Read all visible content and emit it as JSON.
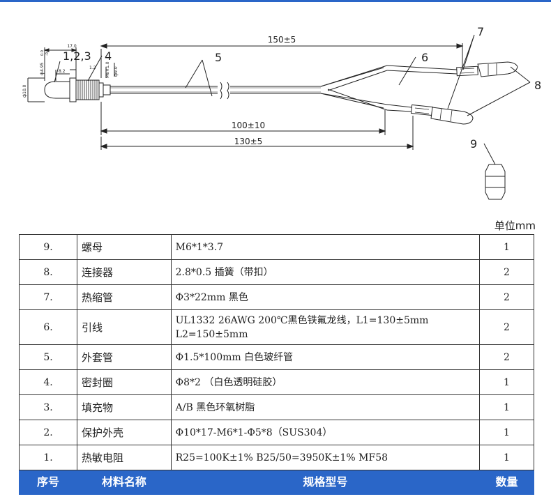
{
  "drawing": {
    "dims": {
      "overall": "150±5",
      "inner": "100±10",
      "mid": "130±5",
      "d170": "17.0",
      "d495": "ф4.95",
      "d495tol_top": "0.0",
      "d495tol_bot": "-0.1",
      "d82": "8.2",
      "d12": "1.2",
      "m6": "M6×1.0",
      "phi9": "ф9.0",
      "phi10": "ф10.0"
    },
    "callouts": {
      "c123": "1,2,3",
      "c4": "4",
      "c5": "5",
      "c6": "6",
      "c7": "7",
      "c8": "8",
      "c9": "9"
    }
  },
  "unit_label": "单位mm",
  "table": {
    "rows": [
      {
        "no": "9.",
        "name": "螺母",
        "spec": "M6*1*3.7",
        "qty": "1"
      },
      {
        "no": "8.",
        "name": "连接器",
        "spec": "2.8*0.5 插簧（带扣）",
        "qty": "2"
      },
      {
        "no": "7.",
        "name": "热缩管",
        "spec": "Φ3*22mm 黑色",
        "qty": "2"
      },
      {
        "no": "6.",
        "name": "引线",
        "spec": "UL1332 26AWG 200℃黑色铁氟龙线，L1=130±5mm",
        "spec2": "L2=150±5mm",
        "qty": "2"
      },
      {
        "no": "5.",
        "name": "外套管",
        "spec": "Φ1.5*100mm 白色玻纤管",
        "qty": "2"
      },
      {
        "no": "4.",
        "name": "密封圈",
        "spec": "Φ8*2 （白色透明硅胶）",
        "qty": "1"
      },
      {
        "no": "3.",
        "name": "填充物",
        "spec": "A/B 黑色环氧树脂",
        "qty": "1"
      },
      {
        "no": "2.",
        "name": "保护外壳",
        "spec": "Φ10*17-M6*1-Φ5*8（SUS304）",
        "qty": "1"
      },
      {
        "no": "1.",
        "name": "热敏电阻",
        "spec": "R25=100K±1%   B25/50=3950K±1%   MF58",
        "qty": "1"
      }
    ],
    "header": {
      "no": "序号",
      "name": "材料名称",
      "spec": "规格型号",
      "qty": "数量"
    }
  },
  "colors": {
    "accent": "#2a66c8"
  }
}
